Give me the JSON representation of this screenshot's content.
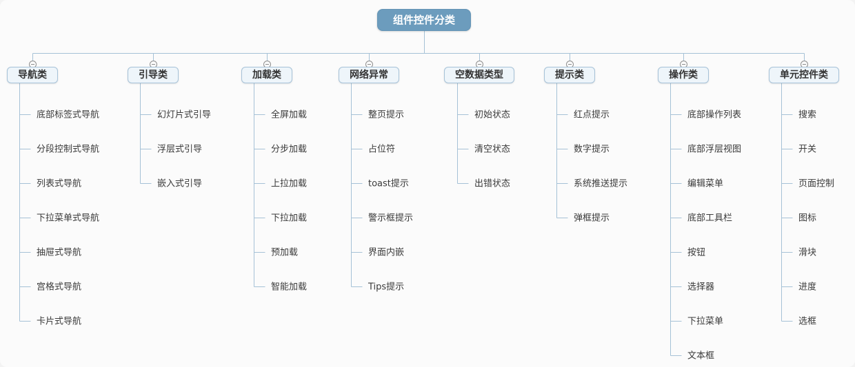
{
  "diagram": {
    "root": "组件控件分类",
    "branches": [
      {
        "label": "导航类",
        "children": [
          "底部标签式导航",
          "分段控制式导航",
          "列表式导航",
          "下拉菜单式导航",
          "抽屉式导航",
          "宫格式导航",
          "卡片式导航"
        ]
      },
      {
        "label": "引导类",
        "children": [
          "幻灯片式引导",
          "浮层式引导",
          "嵌入式引导"
        ]
      },
      {
        "label": "加载类",
        "children": [
          "全屏加载",
          "分步加载",
          "上拉加载",
          "下拉加载",
          "预加载",
          "智能加载"
        ]
      },
      {
        "label": "网络异常",
        "children": [
          "整页提示",
          "占位符",
          "toast提示",
          "警示框提示",
          "界面内嵌",
          "Tips提示"
        ]
      },
      {
        "label": "空数据类型",
        "children": [
          "初始状态",
          "清空状态",
          "出错状态"
        ]
      },
      {
        "label": "提示类",
        "children": [
          "红点提示",
          "数字提示",
          "系统推送提示",
          "弹框提示"
        ]
      },
      {
        "label": "操作类",
        "children": [
          "底部操作列表",
          "底部浮层视图",
          "编辑菜单",
          "底部工具栏",
          "按钮",
          "选择器",
          "下拉菜单",
          "文本框"
        ]
      },
      {
        "label": "单元控件类",
        "children": [
          "搜索",
          "开关",
          "页面控制",
          "图标",
          "滑块",
          "进度",
          "选框"
        ]
      }
    ],
    "collapse_icon": "minus-circle",
    "colors": {
      "root_fill": "#6c9cbd",
      "root_text": "#ffffff",
      "branch_fill": "#eef5fa",
      "branch_border": "#a6c2d8",
      "connector_line": "#a5c1d6",
      "leaf_text": "#3a3a3a",
      "collapse_gray": "#8e8e8e"
    }
  }
}
